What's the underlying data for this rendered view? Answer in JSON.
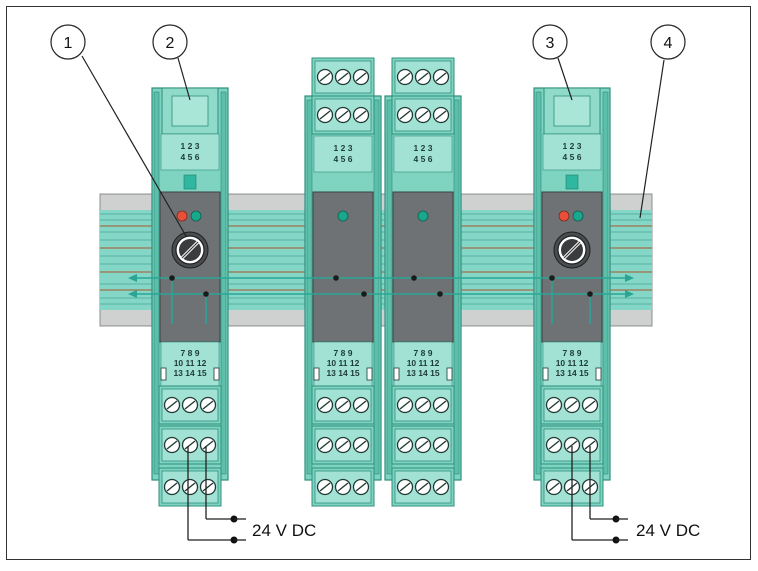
{
  "callouts": [
    {
      "label": "1"
    },
    {
      "label": "2"
    },
    {
      "label": "3"
    },
    {
      "label": "4"
    }
  ],
  "power_label": "24 V DC",
  "terminal_top": [
    "1 2 3",
    "4 5 6"
  ],
  "terminal_bottom": [
    "7 8 9",
    "10 11 12",
    "13 14 15"
  ],
  "modules": [
    {
      "has_fuse": true,
      "leds": [
        "red",
        "green"
      ],
      "logo": true
    },
    {
      "has_fuse": false,
      "leds": [
        "green"
      ],
      "logo": false
    },
    {
      "has_fuse": false,
      "leds": [
        "green"
      ],
      "logo": false
    },
    {
      "has_fuse": true,
      "leds": [
        "red",
        "green"
      ],
      "logo": true
    }
  ],
  "colors": {
    "module_teal": "#7fd3c1",
    "module_teal_dark": "#2f8f7d",
    "face_gray": "#6f7274",
    "rail_gray": "#cfd0d0",
    "rail_teal": "#7fd6c6",
    "rail_brown": "#a0704c",
    "bus_line": "#2aa595",
    "led_red": "#e8503a",
    "led_green": "#19a88e"
  }
}
